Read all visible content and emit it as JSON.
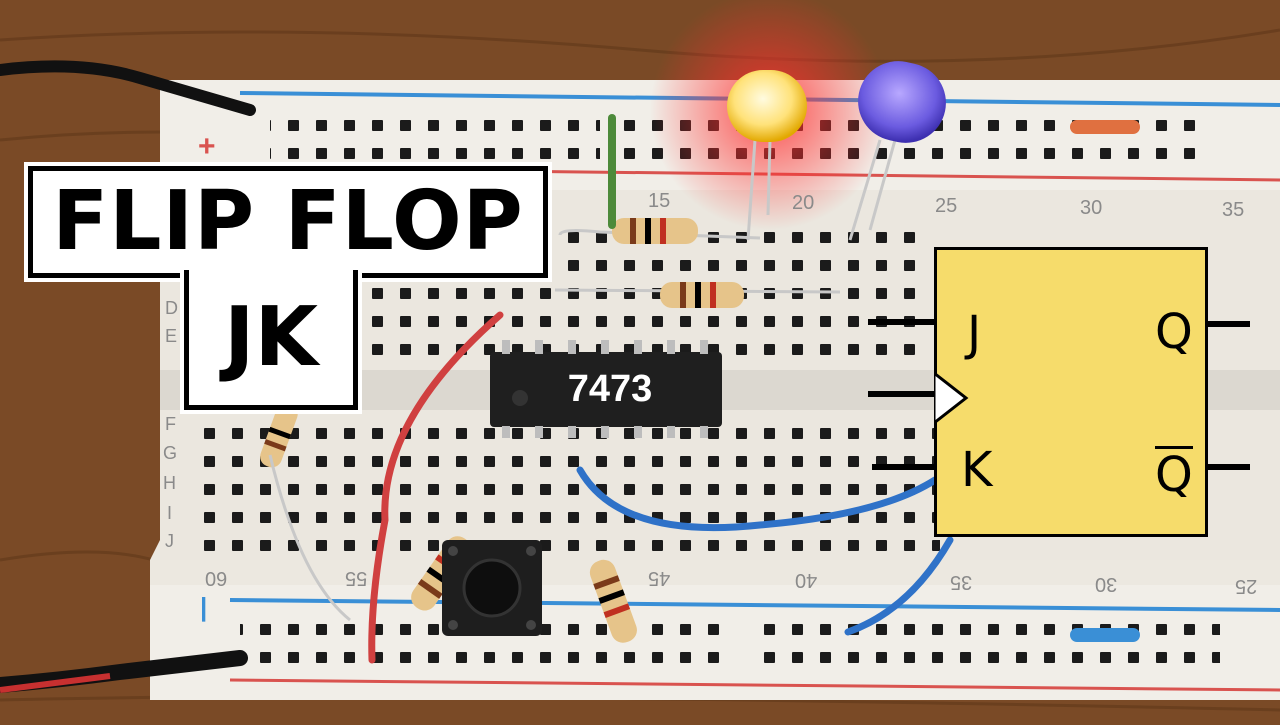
{
  "title": {
    "main": "FLIP FLOP",
    "sub": "JK"
  },
  "chip": {
    "label": "7473"
  },
  "flipflop_symbol": {
    "inputs": [
      "J",
      "K"
    ],
    "outputs": [
      "Q",
      "Q"
    ],
    "output_overline": [
      false,
      true
    ],
    "fill": "#f6dc6b"
  },
  "breadboard": {
    "top_numbers": [
      "15",
      "20",
      "25",
      "30",
      "35"
    ],
    "bottom_numbers": [
      "60",
      "55",
      "45",
      "40",
      "35",
      "30",
      "25"
    ],
    "rows_top": [
      "D",
      "E"
    ],
    "rows_bottom": [
      "F",
      "G",
      "H",
      "I",
      "J"
    ],
    "rail_plus": "+",
    "rail_minus": "|"
  },
  "colors": {
    "wood": "#7a4a26",
    "board": "#ece8e0",
    "rail_blue": "#3a8fd6",
    "rail_red": "#d9534f",
    "led_on": "#ffe27a",
    "led_blue": "#6b5be0",
    "title_bg": "#ffffff",
    "symbol_bg": "#f6dc6b"
  }
}
